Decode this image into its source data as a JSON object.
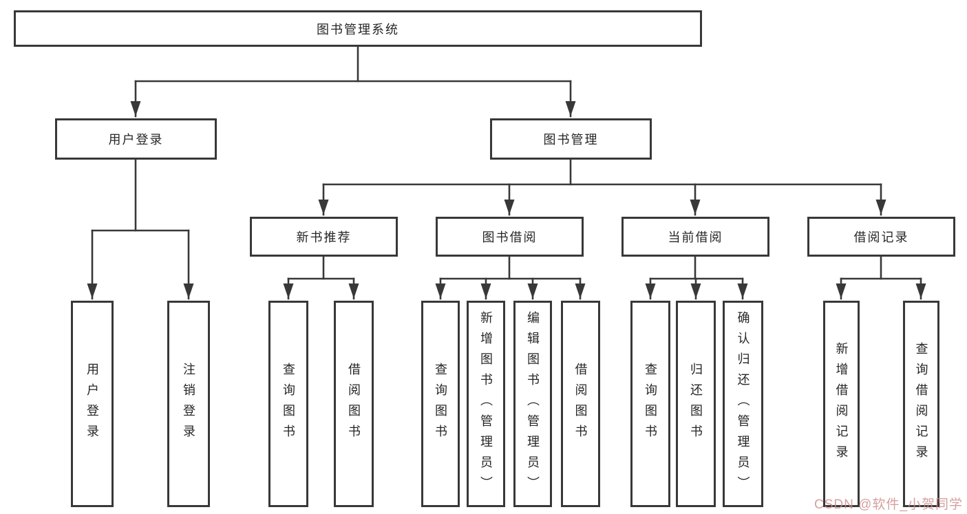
{
  "diagram": {
    "title_node": {
      "label": "图书管理系统"
    },
    "level2": [
      {
        "label": "用户登录"
      },
      {
        "label": "图书管理"
      }
    ],
    "level3": [
      {
        "label": "新书推荐"
      },
      {
        "label": "图书借阅"
      },
      {
        "label": "当前借阅"
      },
      {
        "label": "借阅记录"
      }
    ],
    "leaves": {
      "user_login": [
        "用户登录",
        "注销登录"
      ],
      "new_books": [
        "查询图书",
        "借阅图书"
      ],
      "book_borrow": [
        "查询图书",
        "新增图书（管理员）",
        "编辑图书（管理员）",
        "借阅图书"
      ],
      "current_borrow": [
        "查询图书",
        "归还图书",
        "确认归还（管理员）"
      ],
      "borrow_records": [
        "新增借阅记录",
        "查询借阅记录"
      ]
    },
    "colors": {
      "line": "#383838",
      "text": "#262626",
      "background": "#ffffff",
      "watermark": "#cf8f8f"
    }
  },
  "watermark": {
    "text": "CSDN @软件_小贺同学"
  }
}
